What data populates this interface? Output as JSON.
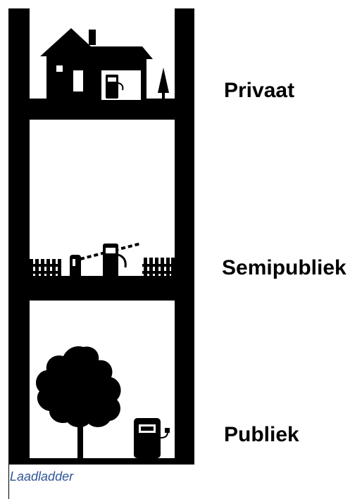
{
  "levels": {
    "private": "Privaat",
    "semi_public": "Semipubliek",
    "public": "Publiek"
  },
  "caption": "Laadladder",
  "colors": {
    "ink": "#000000",
    "caption": "#2f5597",
    "background": "#ffffff"
  },
  "icons": {
    "private": [
      "house-icon",
      "charger-icon",
      "tree-icon"
    ],
    "semi_public": [
      "fence-icon",
      "barrier-icon",
      "charger-icon"
    ],
    "public": [
      "tree-icon",
      "charger-icon"
    ]
  }
}
